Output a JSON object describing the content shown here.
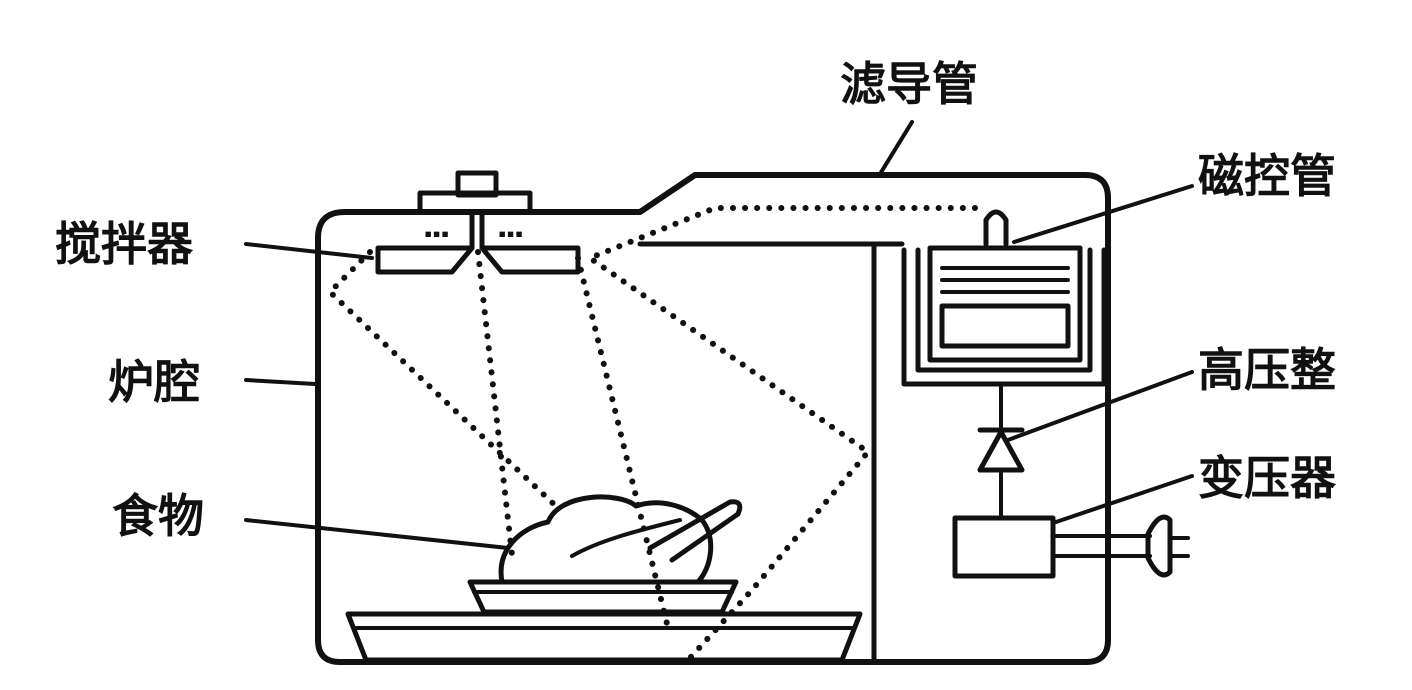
{
  "labels": {
    "waveguide": "滤导管",
    "magnetron": "磁控管",
    "stirrer": "搅拌器",
    "cavity": "炉腔",
    "rectifier": "高压整",
    "transformer": "变压器",
    "food": "食物"
  }
}
